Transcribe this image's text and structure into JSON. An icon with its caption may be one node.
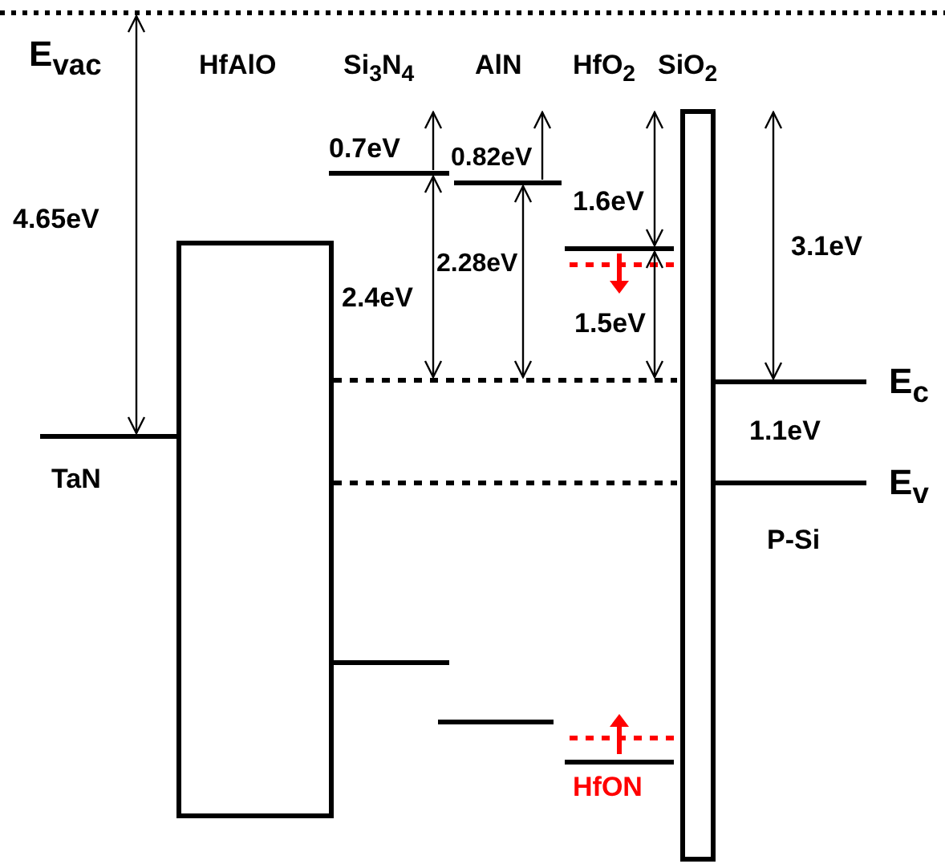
{
  "diagram": {
    "labels": [
      "E$_{vac}$",
      "HfAlO",
      "Si$_{3}$N$_{4}$",
      "AlN",
      "HfO$_{2}$",
      "SiO$_{2}$",
      "0.7eV",
      "0.82eV",
      "4.65eV",
      "1.6eV",
      "3.1eV",
      "2.28eV",
      "2.4eV",
      "1.5eV",
      "E$_{c}$",
      "1.1eV",
      "TaN",
      "E$_{v}$",
      "P-Si",
      "HfON"
    ]
  }
}
